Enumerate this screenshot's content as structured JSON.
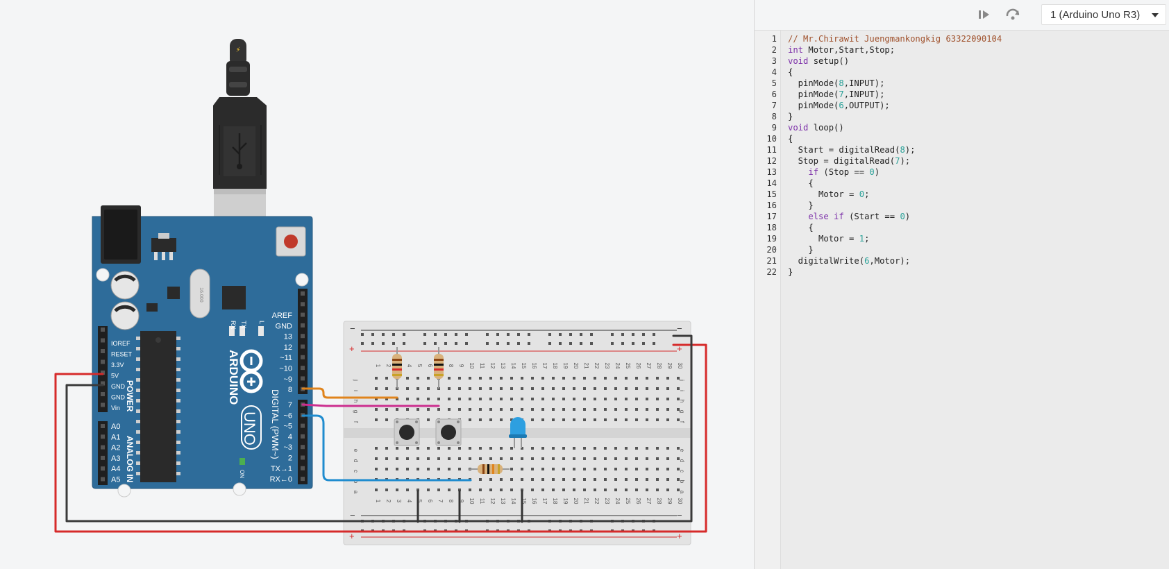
{
  "toolbar": {
    "step_icon": "step-play-icon",
    "step_over_icon": "step-over-icon",
    "device_selected": "1 (Arduino Uno R3)"
  },
  "code": {
    "lines": [
      [
        {
          "t": "// Mr.Chirawit Juengmankongkig 63322090104",
          "c": "comment"
        }
      ],
      [
        {
          "t": "int",
          "c": "kw"
        },
        {
          "t": " Motor,Start,Stop;",
          "c": ""
        }
      ],
      [
        {
          "t": "void",
          "c": "kw"
        },
        {
          "t": " setup()",
          "c": ""
        }
      ],
      [
        {
          "t": "{",
          "c": ""
        }
      ],
      [
        {
          "t": "  pinMode(",
          "c": ""
        },
        {
          "t": "8",
          "c": "num"
        },
        {
          "t": ",INPUT);",
          "c": ""
        }
      ],
      [
        {
          "t": "  pinMode(",
          "c": ""
        },
        {
          "t": "7",
          "c": "num"
        },
        {
          "t": ",INPUT);",
          "c": ""
        }
      ],
      [
        {
          "t": "  pinMode(",
          "c": ""
        },
        {
          "t": "6",
          "c": "num"
        },
        {
          "t": ",OUTPUT);",
          "c": ""
        }
      ],
      [
        {
          "t": "}",
          "c": ""
        }
      ],
      [
        {
          "t": "void",
          "c": "kw"
        },
        {
          "t": " loop()",
          "c": ""
        }
      ],
      [
        {
          "t": "{",
          "c": ""
        }
      ],
      [
        {
          "t": "  Start = digitalRead(",
          "c": ""
        },
        {
          "t": "8",
          "c": "num"
        },
        {
          "t": ");",
          "c": ""
        }
      ],
      [
        {
          "t": "  Stop = digitalRead(",
          "c": ""
        },
        {
          "t": "7",
          "c": "num"
        },
        {
          "t": ");",
          "c": ""
        }
      ],
      [
        {
          "t": "    ",
          "c": ""
        },
        {
          "t": "if",
          "c": "kw"
        },
        {
          "t": " (Stop == ",
          "c": ""
        },
        {
          "t": "0",
          "c": "num"
        },
        {
          "t": ")",
          "c": ""
        }
      ],
      [
        {
          "t": "    {",
          "c": ""
        }
      ],
      [
        {
          "t": "      Motor = ",
          "c": ""
        },
        {
          "t": "0",
          "c": "num"
        },
        {
          "t": ";",
          "c": ""
        }
      ],
      [
        {
          "t": "    }",
          "c": ""
        }
      ],
      [
        {
          "t": "    ",
          "c": ""
        },
        {
          "t": "else if",
          "c": "kw"
        },
        {
          "t": " (Start == ",
          "c": ""
        },
        {
          "t": "0",
          "c": "num"
        },
        {
          "t": ")",
          "c": ""
        }
      ],
      [
        {
          "t": "    {",
          "c": ""
        }
      ],
      [
        {
          "t": "      Motor = ",
          "c": ""
        },
        {
          "t": "1",
          "c": "num"
        },
        {
          "t": ";",
          "c": ""
        }
      ],
      [
        {
          "t": "    }",
          "c": ""
        }
      ],
      [
        {
          "t": "  digitalWrite(",
          "c": ""
        },
        {
          "t": "6",
          "c": "num"
        },
        {
          "t": ",Motor);",
          "c": ""
        }
      ],
      [
        {
          "t": "}",
          "c": ""
        }
      ]
    ]
  },
  "board": {
    "brand": "ARDUINO",
    "model": "UNO",
    "crystal": "16.000",
    "power_title": "POWER",
    "analog_title": "ANALOG IN",
    "digital_title": "DIGITAL (PWM~)",
    "power_pins": [
      "IOREF",
      "RESET",
      "3.3V",
      "5V",
      "GND",
      "GND",
      "Vin"
    ],
    "analog_pins": [
      "A0",
      "A1",
      "A2",
      "A3",
      "A4",
      "A5"
    ],
    "digital_top": [
      "AREF",
      "GND",
      "13",
      "12",
      "~11",
      "~10",
      "~9",
      "8"
    ],
    "digital_bottom": [
      "7",
      "~6",
      "~5",
      "4",
      "~3",
      "2",
      "TX→1",
      "RX←0"
    ],
    "led_labels": [
      "RX",
      "TX",
      "L"
    ],
    "on_label": "ON"
  },
  "breadboard": {
    "minus": "−",
    "plus": "+",
    "rows_top": [
      "j",
      "i",
      "h",
      "g",
      "f"
    ],
    "rows_bottom": [
      "e",
      "d",
      "c",
      "b",
      "a"
    ]
  },
  "colors": {
    "board": "#2e6c9a",
    "wire_red": "#d62a2a",
    "wire_black": "#3a3a3a",
    "wire_orange": "#e0841c",
    "wire_magenta": "#cc2e8f",
    "wire_blue": "#1f8ccf",
    "led": "#2d9fe0"
  }
}
